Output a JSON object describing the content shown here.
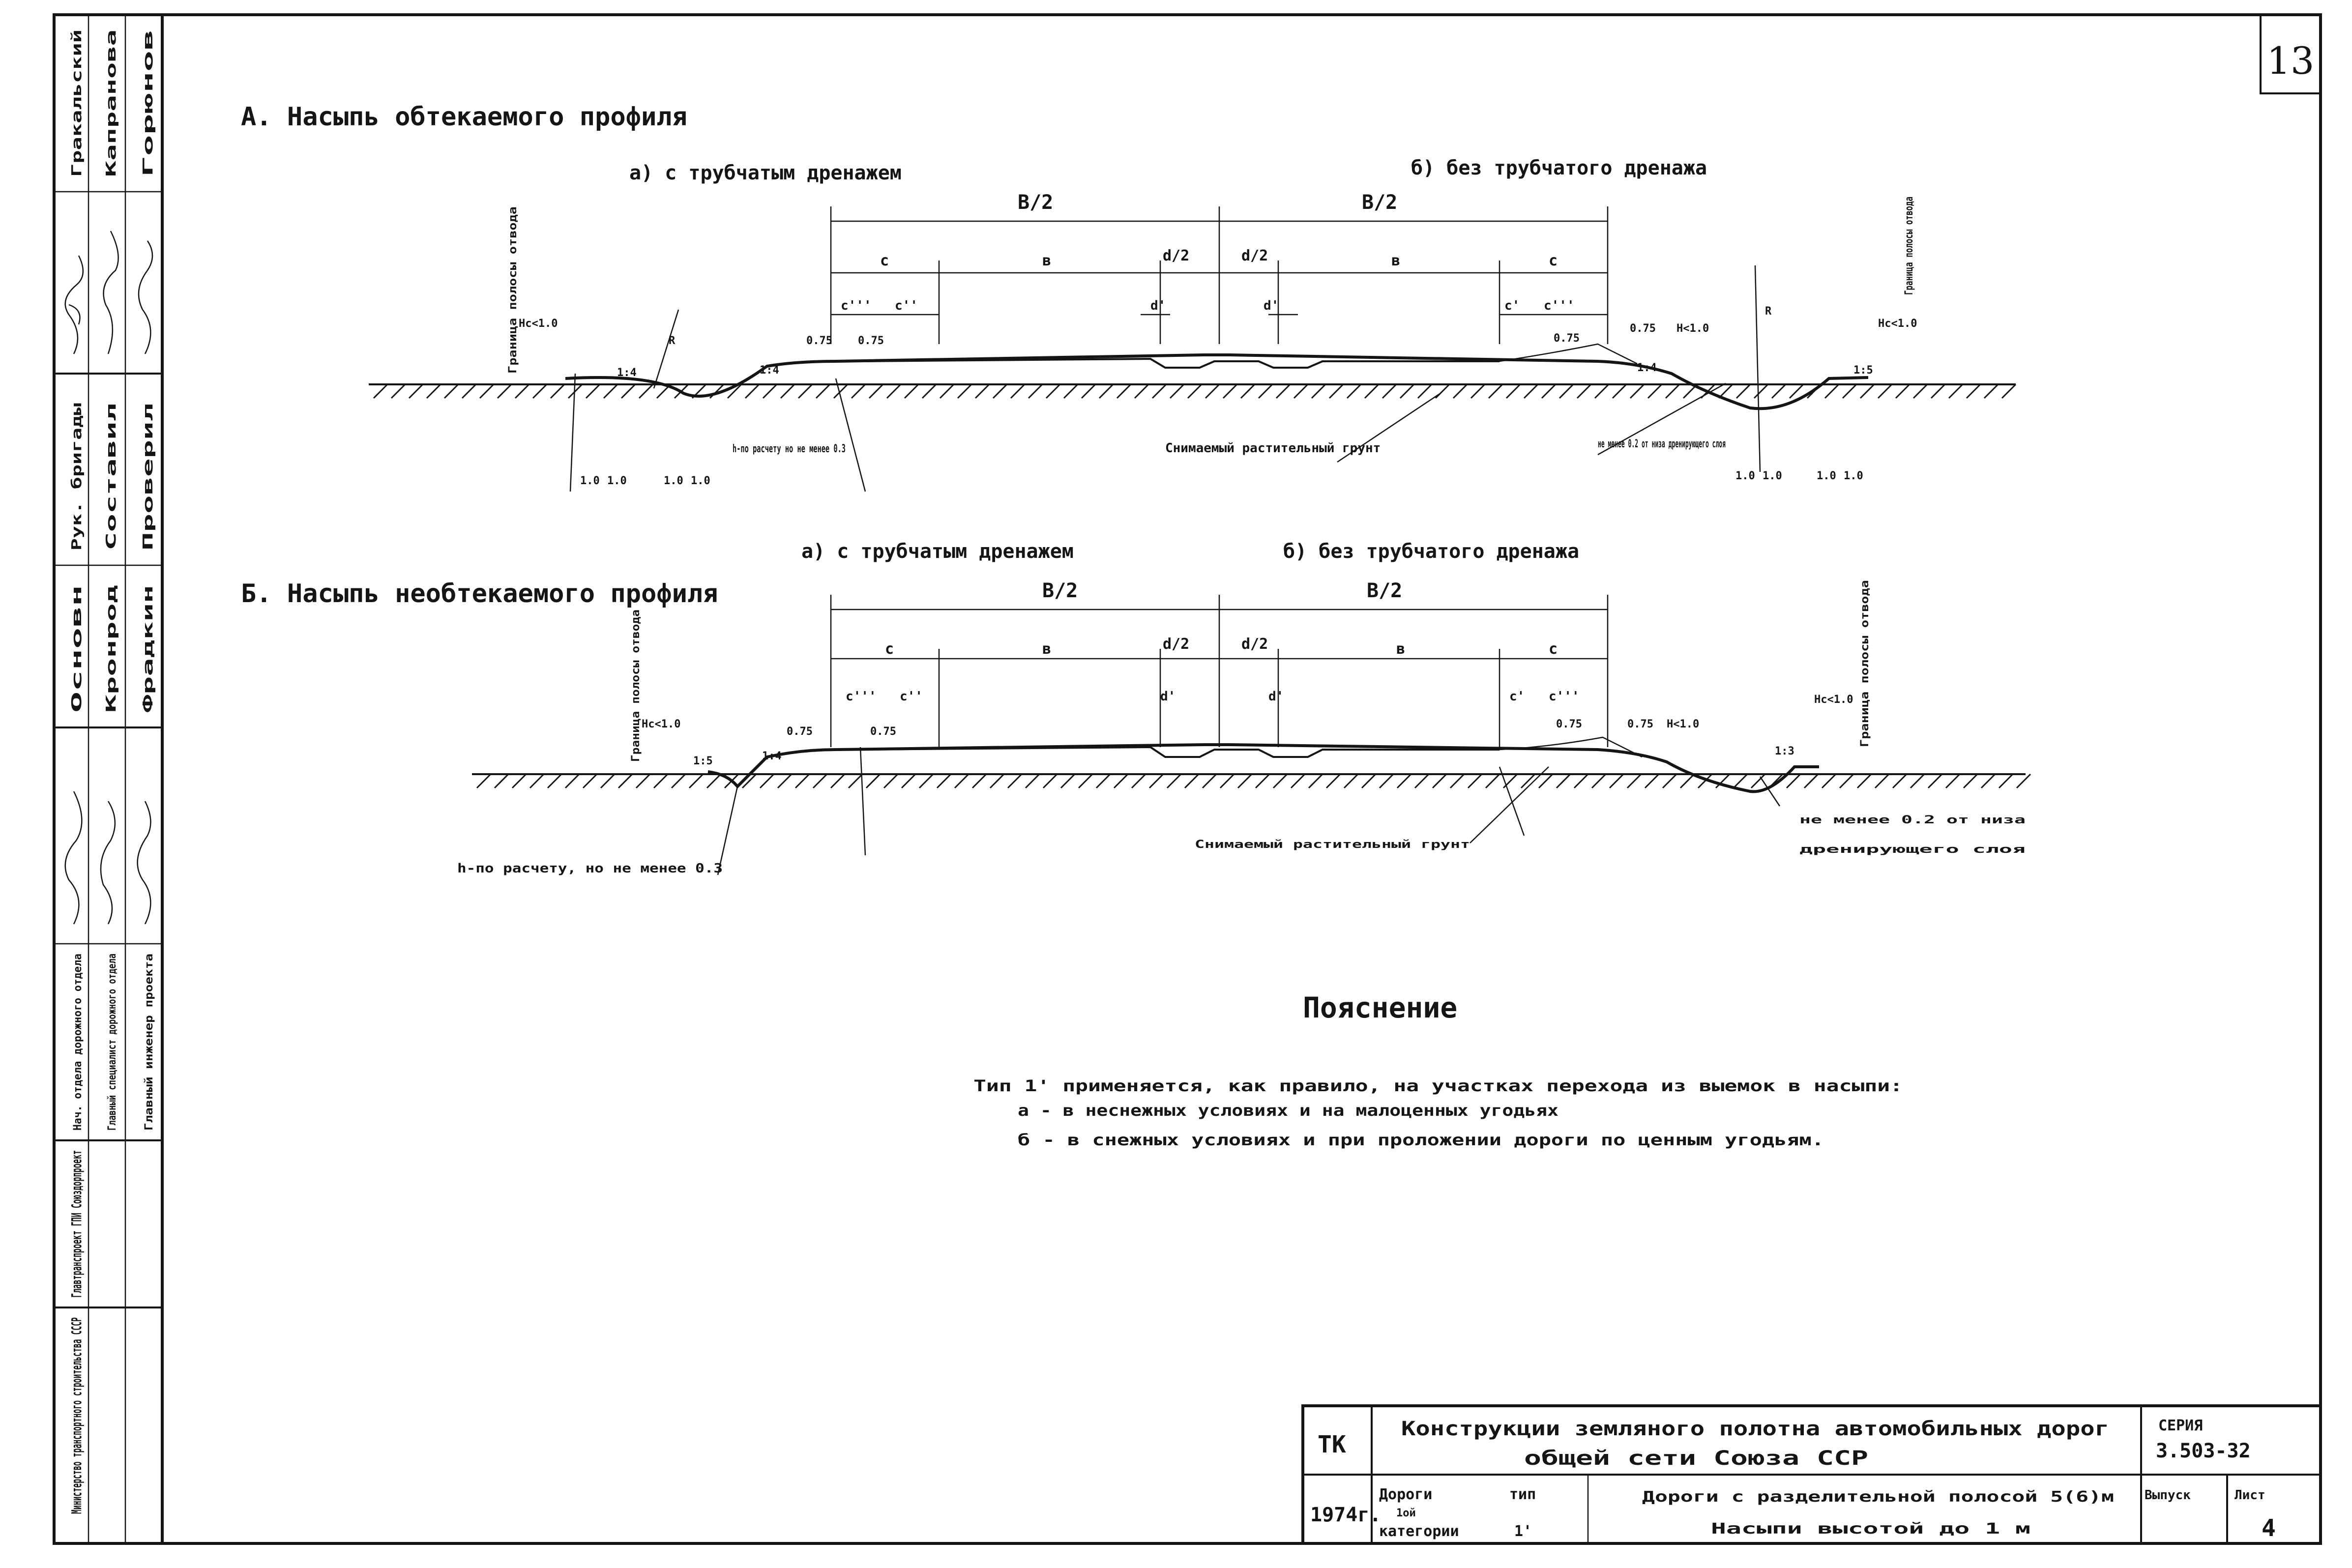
{
  "sheet_number": "13",
  "section_a": {
    "title": "А. Насыпь обтекаемого профиля",
    "variant_a": "а) с трубчатым дренажем",
    "variant_b": "б) без трубчатого дренажа",
    "dim_half_left": "В/2",
    "dim_half_right": "В/2",
    "c": "с",
    "v": "в",
    "d_half": "d/2",
    "d_prime": "d'",
    "c_triple": "с'''",
    "c_double": "с''",
    "c_prime": "с'",
    "h_max_left": "Нс<1.0",
    "h_max_right": "Нс<1.0",
    "h_max_mid": "Н<1.0",
    "val_075": "0.75",
    "slope_14": "1:4",
    "slope_15": "1:5",
    "r": "R",
    "boundary_left": "Граница полосы отвода",
    "boundary_right": "Граница полосы отвода",
    "h_calc": "h-по расчету но не менее 0.3",
    "soil_removed": "Снимаемый растительный грунт",
    "not_less_right": "не менее 0.2 от низа дренирующего слоя",
    "val_10": "1.0"
  },
  "section_b": {
    "title": "Б. Насыпь необтекаемого профиля",
    "variant_a": "а) с трубчатым дренажем",
    "variant_b": "б) без трубчатого дренажа",
    "dim_half_left": "В/2",
    "dim_half_right": "В/2",
    "slope_15": "1:5",
    "slope_14": "1:4",
    "slope_13": "1:3",
    "h_max": "Нс<1.0",
    "h_max_mid": "Н<1.0",
    "boundary_left": "Граница полосы отвода",
    "boundary_right": "Граница полосы отвода",
    "h_calc": "h-по расчету, но не менее 0.3",
    "soil_removed": "Снимаемый растительный грунт",
    "not_less_1": "не менее 0.2 от низа",
    "not_less_2": "дренирующего слоя"
  },
  "explanation": {
    "heading": "Пояснение",
    "line1": "Тип 1' применяется, как правило, на участках перехода из выемок в насыпи:",
    "line2": "а - в неснежных условиях и на малоценных угодьях",
    "line3": "б - в снежных условиях и при проложении дороги по ценным угодьям."
  },
  "title_block": {
    "code": "ТК",
    "year": "1974г.",
    "title_line1": "Конструкции земляного полотна автомобильных дорог",
    "title_line2": "общей сети Союза ССР",
    "series_label": "СЕРИЯ",
    "series_value": "3.503-32",
    "road_label": "Дороги",
    "category": "1ой",
    "category_label": "категории",
    "type_label": "тип",
    "type_value": "1'",
    "desc_line1": "Дороги с разделительной полосой 5(6)м",
    "desc_line2": "Насыпи высотой до 1 м",
    "issue_label": "Выпуск",
    "sheet_label": "Лист",
    "sheet_value": "4"
  },
  "side_block": {
    "org_1": "Министерство транспортного строительства СССР",
    "org_2": "Главтранспроект ГПИ Союздорпроект",
    "dept_1": "Нач. отдела дорожного отдела",
    "dept_2": "Главный специалист дорожного отдела",
    "dept_3": "Главный инженер проекта",
    "role_1": "Основн",
    "name_1": "Кронрод",
    "name_2": "Фрадкин",
    "role_2": "Рук. бригады",
    "name_3": "Составил",
    "name_4": "Проверил",
    "name_5": "Гракальский",
    "name_6": "Капранова",
    "name_7": "Горюнов"
  }
}
